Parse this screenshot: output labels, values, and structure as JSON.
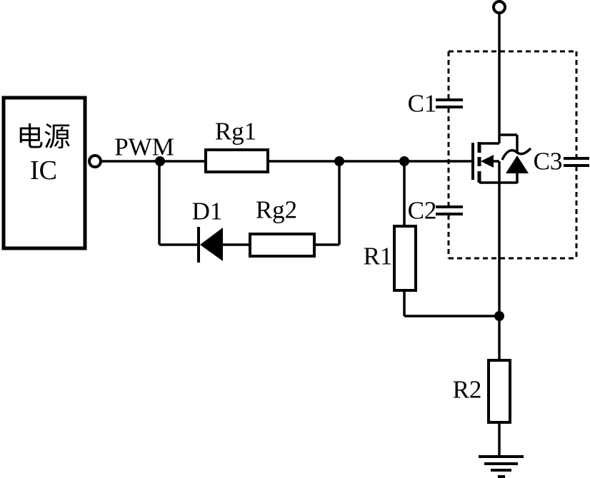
{
  "title": "MOSFET gate drive circuit schematic",
  "colors": {
    "background": "#ffffff",
    "ink": "#000000"
  },
  "labels": {
    "power_ic_line1": "电源",
    "power_ic_line2": "IC",
    "pwm": "PWM",
    "rg1": "Rg1",
    "d1": "D1",
    "rg2": "Rg2",
    "r1": "R1",
    "r2": "R2",
    "c1": "C1",
    "c2": "C2",
    "c3": "C3"
  },
  "components": [
    {
      "id": "power-ic",
      "type": "ic-block",
      "label": "电源 IC"
    },
    {
      "id": "pwm-net",
      "type": "net-label",
      "label": "PWM"
    },
    {
      "id": "rg1",
      "type": "resistor",
      "label": "Rg1",
      "orientation": "horizontal"
    },
    {
      "id": "d1",
      "type": "diode",
      "label": "D1",
      "points": "left"
    },
    {
      "id": "rg2",
      "type": "resistor",
      "label": "Rg2",
      "orientation": "horizontal"
    },
    {
      "id": "r1",
      "type": "resistor",
      "label": "R1",
      "orientation": "vertical"
    },
    {
      "id": "r2",
      "type": "resistor",
      "label": "R2",
      "orientation": "vertical"
    },
    {
      "id": "c1",
      "type": "capacitor",
      "label": "C1"
    },
    {
      "id": "c2",
      "type": "capacitor",
      "label": "C2"
    },
    {
      "id": "c3",
      "type": "capacitor",
      "label": "C3"
    },
    {
      "id": "q1",
      "type": "n-mosfet-with-body-diode",
      "label": ""
    },
    {
      "id": "top-terminal",
      "type": "open-terminal",
      "label": ""
    },
    {
      "id": "pwm-terminal",
      "type": "open-terminal",
      "label": ""
    },
    {
      "id": "ground",
      "type": "earth-ground",
      "label": ""
    }
  ]
}
